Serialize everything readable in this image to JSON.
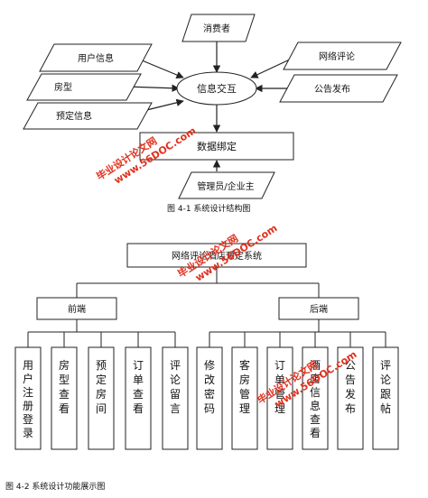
{
  "diagram1": {
    "nodes": {
      "consumer": "消费者",
      "user_info": "用户信息",
      "room_type": "房型",
      "booking_info": "预定信息",
      "interaction": "信息交互",
      "network_review": "网络评论",
      "announcement": "公告发布",
      "data_binding": "数据绑定",
      "admin": "管理员/企业主"
    },
    "caption": "图 4-1 系统设计结构图"
  },
  "diagram2": {
    "root": "网络评论酒店预定系统",
    "frontend": "前端",
    "backend": "后端",
    "frontend_items": [
      "用户注册登录",
      "房型查看",
      "预定房间",
      "订单查看",
      "评论留言"
    ],
    "backend_items": [
      "修改密码",
      "客房管理",
      "订单管理",
      "酒店信息查看",
      "公告发布",
      "评论跟帖"
    ],
    "caption": "图 4-2 系统设计功能展示图"
  },
  "watermark": {
    "line1": "毕业设计论文网",
    "line2": "www.56DOC.com"
  }
}
